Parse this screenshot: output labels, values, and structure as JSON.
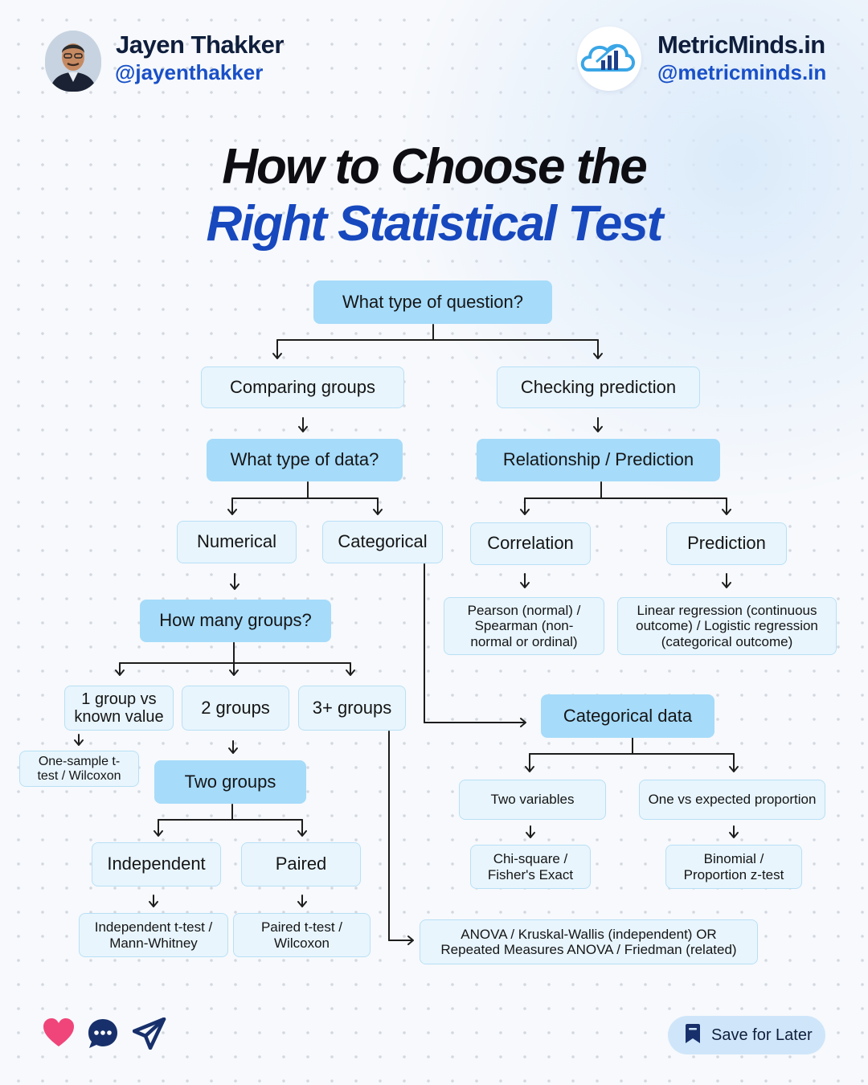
{
  "header": {
    "author_name": "Jayen Thakker",
    "author_handle": "@jayenthakker",
    "brand_name": "MetricMinds.in",
    "brand_handle": "@metricminds.in"
  },
  "title": {
    "line1": "How to Choose the",
    "line2": "Right Statistical Test"
  },
  "nodes": {
    "q_type": "What type of question?",
    "comparing": "Comparing groups",
    "checking": "Checking prediction",
    "data_type": "What type of data?",
    "relationship": "Relationship / Prediction",
    "numerical": "Numerical",
    "categorical": "Categorical",
    "correlation": "Correlation",
    "prediction": "Prediction",
    "pearson": "Pearson (normal) / Spearman (non-normal or ordinal)",
    "linear": "Linear regression (continuous outcome) / Logistic regression (categorical outcome)",
    "how_many": "How many groups?",
    "one_group": "1 group vs known value",
    "two_groups": "2 groups",
    "three_groups": "3+ groups",
    "one_sample": "One-sample t-test / Wilcoxon",
    "two_groups_hdr": "Two groups",
    "independent": "Independent",
    "paired": "Paired",
    "ind_ttest": "Independent t-test / Mann-Whitney",
    "paired_ttest": "Paired t-test / Wilcoxon",
    "categorical_data": "Categorical data",
    "two_variables": "Two variables",
    "one_vs_expected": "One vs expected proportion",
    "chi_square": "Chi-square / Fisher's Exact",
    "binomial": "Binomial / Proportion z-test",
    "anova": "ANOVA / Kruskal-Wallis (independent) OR Repeated Measures ANOVA / Friedman (related)"
  },
  "footer": {
    "save_label": "Save for Later",
    "icons": [
      "heart-icon",
      "comment-icon",
      "share-icon",
      "bookmark-icon"
    ]
  },
  "colors": {
    "brand_blue": "#1748be",
    "node_dark": "#a6dbfa",
    "node_light": "#e8f5fd",
    "heart": "#f0457a"
  }
}
